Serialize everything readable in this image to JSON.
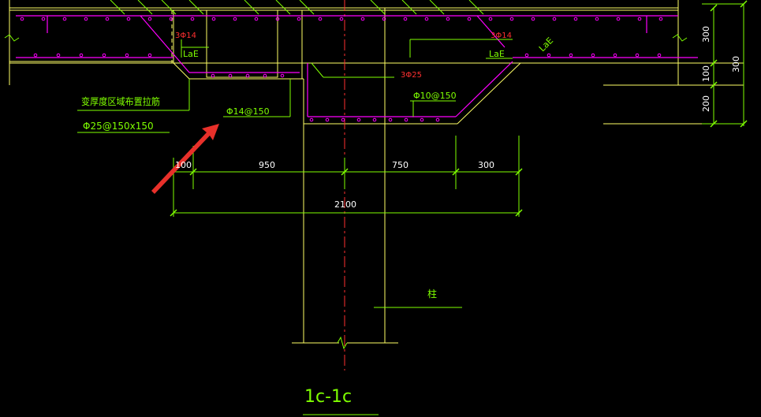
{
  "note": {
    "line1": "变厚度区域布置拉筋",
    "line2": "Φ25@150x150"
  },
  "rebar_labels": {
    "phi14_150": "Φ14@150",
    "phi10_150": "Φ10@150",
    "three_phi25": "3Φ25",
    "three_phi14_left": "3Φ14",
    "three_phi14_right": "3Φ14",
    "lae_left": "LaE",
    "lae_right": "LaE",
    "lae_diag": "LaE"
  },
  "dimensions": {
    "d100": "100",
    "d950": "950",
    "d750": "750",
    "d300": "300",
    "d2100": "2100",
    "right_300_top": "300",
    "right_100": "100",
    "right_200": "200",
    "right_300_outer": "300"
  },
  "column_label": "柱",
  "section_title": "1c-1c",
  "colors": {
    "background": "#000000",
    "yellow": "#ffff66",
    "magenta": "#ff00ff",
    "green": "#7fff00",
    "red": "#ff3030",
    "white": "#ffffff",
    "arrow_red": "#e8302a"
  }
}
